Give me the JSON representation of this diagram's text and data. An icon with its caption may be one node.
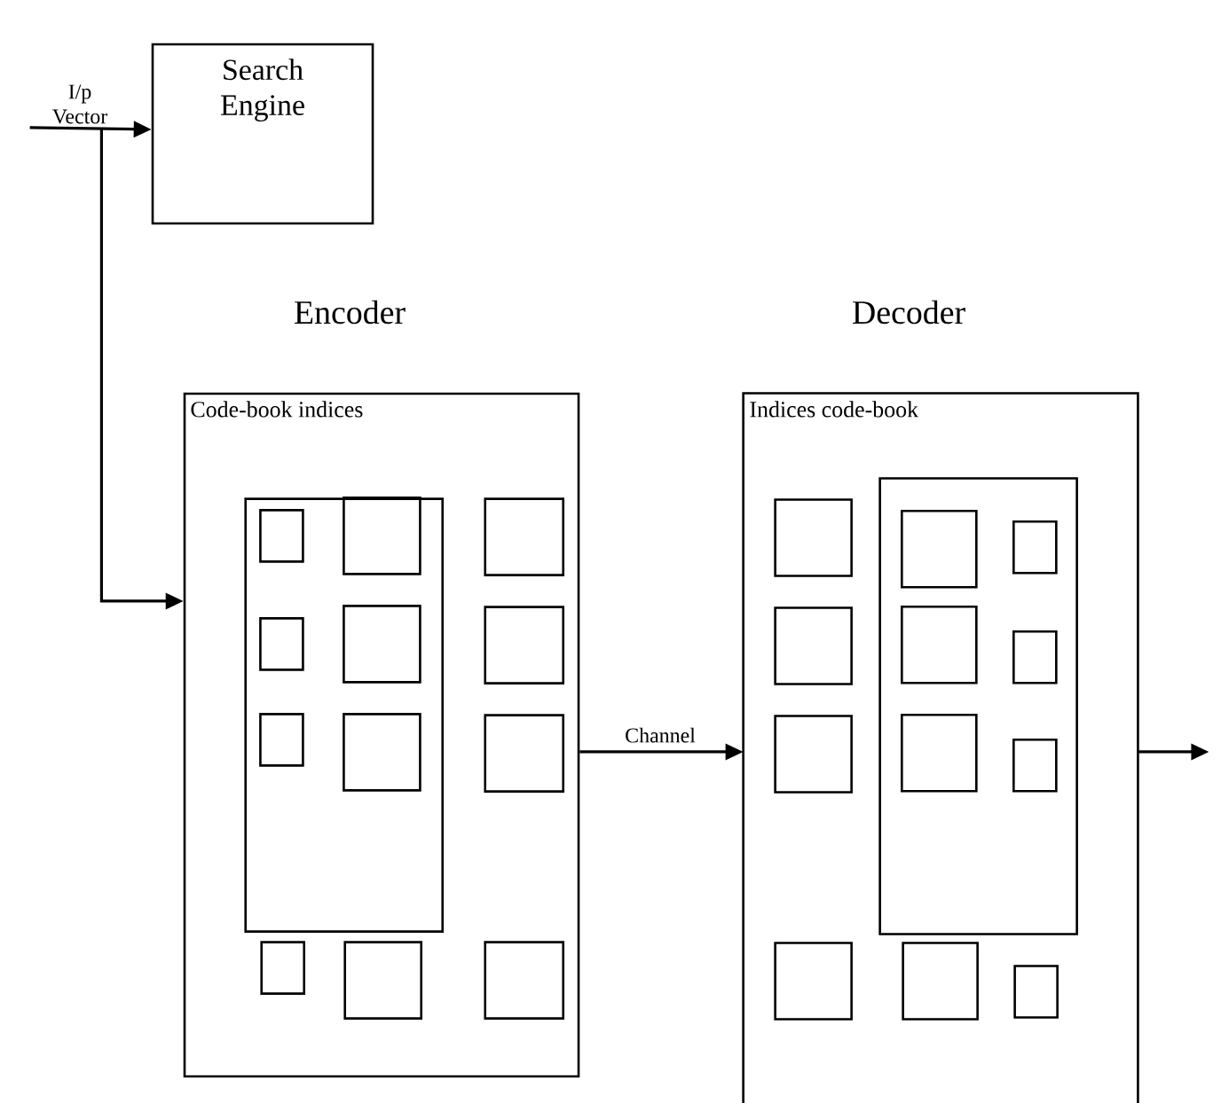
{
  "diagram": {
    "nodes": [
      {
        "text": [
          "I/p Vector"
        ]
      },
      {
        "text": [
          "Search Engine"
        ]
      },
      {
        "text": [
          "Encoder",
          "Code-book indices"
        ]
      },
      {
        "text": [],
        "shape": "box",
        "in": 2
      },
      {
        "text": [],
        "shape": "box",
        "in": 3
      },
      {
        "text": [],
        "shape": "box",
        "in": 3
      },
      {
        "text": [],
        "shape": "box",
        "in": 2
      },
      {
        "text": [],
        "shape": "box",
        "in": 3
      },
      {
        "text": [],
        "shape": "box",
        "in": 3
      },
      {
        "text": [],
        "shape": "box",
        "in": 2
      },
      {
        "text": [],
        "shape": "box",
        "in": 3
      },
      {
        "text": [],
        "shape": "box",
        "in": 3
      },
      {
        "text": [],
        "shape": "box",
        "in": 2
      },
      {
        "text": [],
        "shape": "box",
        "in": 2
      },
      {
        "text": [],
        "shape": "box",
        "in": 2
      },
      {
        "text": [],
        "shape": "box",
        "in": 2
      },
      {
        "text": [
          "Decoder",
          "Indices code-book"
        ]
      },
      {
        "text": [],
        "shape": "box",
        "in": 16
      },
      {
        "text": [],
        "shape": "box",
        "in": 16
      },
      {
        "text": [],
        "shape": "box",
        "in": 17
      },
      {
        "text": [],
        "shape": "box",
        "in": 17
      },
      {
        "text": [],
        "shape": "box",
        "in": 16
      },
      {
        "text": [],
        "shape": "box",
        "in": 17
      },
      {
        "text": [],
        "shape": "box",
        "in": 17
      },
      {
        "text": [],
        "shape": "box",
        "in": 16
      },
      {
        "text": [],
        "shape": "box",
        "in": 17
      },
      {
        "text": [],
        "shape": "box",
        "in": 17
      },
      {
        "text": [],
        "shape": "box",
        "in": 16
      },
      {
        "text": [],
        "shape": "box",
        "in": 16
      },
      {
        "text": [],
        "shape": "box",
        "in": 16
      }
    ],
    "edges": [
      {
        "from": 0,
        "to": 1,
        "arrow": "to"
      },
      {
        "from": 0,
        "to": 2,
        "arrow": "to"
      },
      {
        "from": 2,
        "to": 16,
        "arrow": "to",
        "label": "Channel"
      },
      {
        "from": 16,
        "to": null,
        "arrow": "to"
      }
    ]
  }
}
